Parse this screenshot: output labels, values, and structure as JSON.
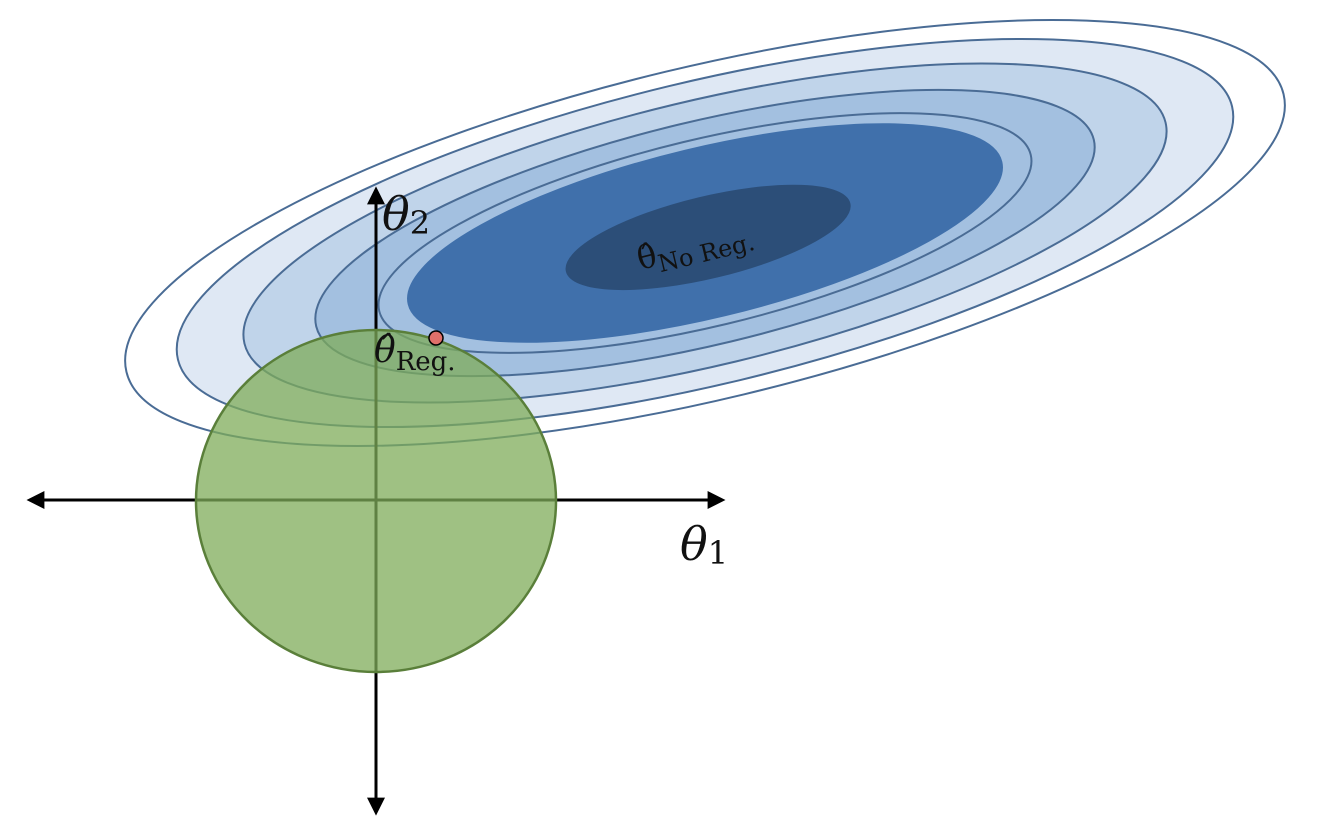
{
  "axes": {
    "x_label": "θ",
    "x_subscript": "1",
    "y_label": "θ",
    "y_subscript": "2"
  },
  "labels": {
    "unregularized": {
      "symbol": "θ̂",
      "subscript": "No Reg."
    },
    "regularized": {
      "symbol": "θ̂",
      "subscript": "Reg."
    }
  },
  "colors": {
    "contour_line": "#4a6c95",
    "contour_fills": [
      "#ffffff",
      "#dfe8f4",
      "#c0d4ea",
      "#a3c0e0",
      "#a3c0e0",
      "#4070ab",
      "#2c4e78"
    ],
    "constraint_fill": "#7fac5a",
    "constraint_stroke": "#5a7f3a",
    "solution_point": "#e0706a",
    "axis": "#000000",
    "unregularized_label": "#e8e8e8"
  },
  "contour_levels": 7,
  "constraint_shape": "circle (L2 ball)"
}
